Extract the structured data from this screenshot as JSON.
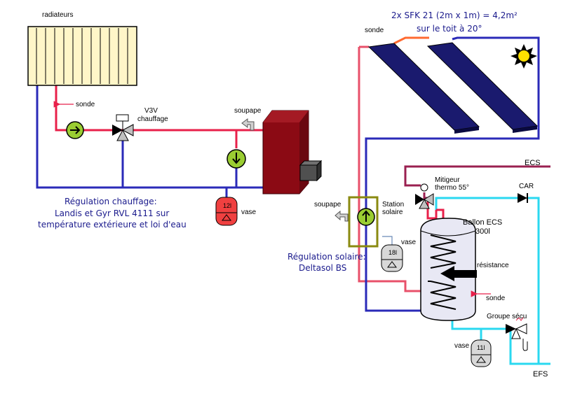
{
  "heating": {
    "radiators_label": "radiateurs",
    "sonde_label": "sonde",
    "valve_label": "V3V",
    "valve_sublabel": "chauffage",
    "soupape_label": "soupape",
    "vessel_volume": "12l",
    "vessel_label": "vase",
    "regulation_line1": "Régulation chauffage:",
    "regulation_line2": "Landis et Gyr RVL 4111 sur",
    "regulation_line3": "température extérieure et loi d'eau"
  },
  "solar": {
    "title_line1": "2x SFK 21 (2m x 1m) = 4,2m²",
    "title_line2": "sur le toit à 20°",
    "sonde_label": "sonde",
    "station_line1": "Station",
    "station_line2": "solaire",
    "soupape_label": "soupape",
    "vessel_volume": "18l",
    "vessel_label": "vase",
    "regulation_line1": "Régulation solaire:",
    "regulation_line2": "Deltasol BS"
  },
  "dhw": {
    "ecs_label": "ECS",
    "efs_label": "EFS",
    "mixer_line1": "Mitigeur",
    "mixer_line2": "thermo 55°",
    "car_label": "CAR",
    "tank_line1": "Ballon ECS",
    "tank_line2": "300l",
    "resistance_label": "résistance",
    "sonde_label": "sonde",
    "security_label": "Groupe sécu",
    "vessel_volume": "11l",
    "vessel_label": "vase"
  },
  "colors": {
    "hot_pipe": "#e8204a",
    "return_pipe": "#2a2ab8",
    "solar_hot": "#e8506a",
    "cold_water": "#2ad8f0",
    "ecs_pipe": "#9a2050",
    "boiler": "#8b0a14",
    "pump": "#9acd32",
    "vessel_red": "#f04040",
    "vessel_grey": "#d8d8d8",
    "collector": "#1a1a6e",
    "sun": "#ffe000",
    "radiator": "#fff6c8",
    "station_frame": "#8a8a10"
  }
}
